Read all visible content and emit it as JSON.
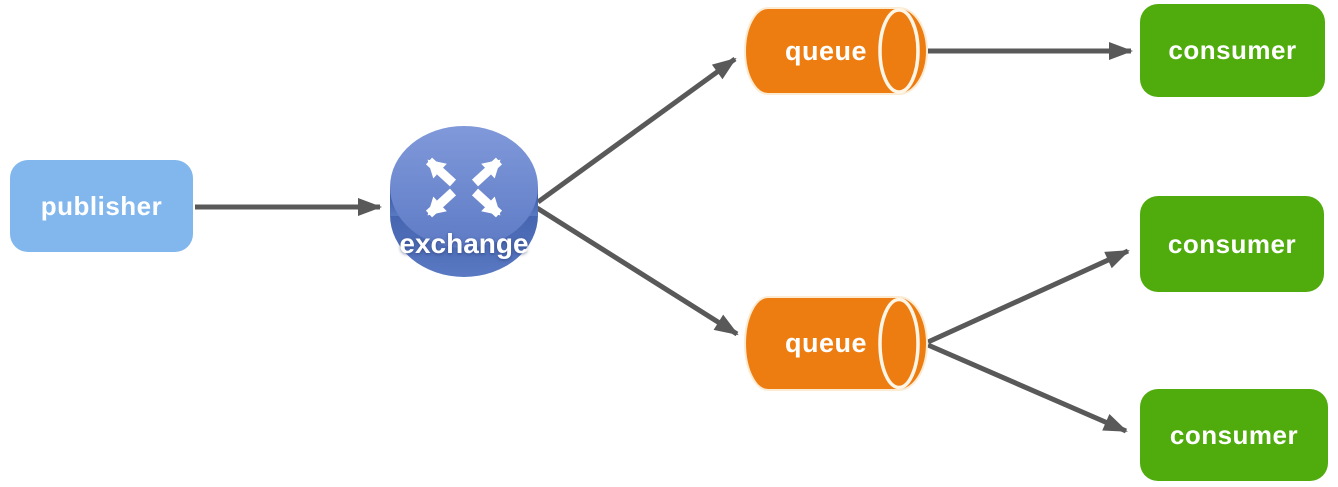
{
  "diagram": {
    "type": "message-flow",
    "background": "#FFFFFF",
    "edge_color": "#595959",
    "nodes": {
      "publisher": {
        "label": "publisher",
        "shape": "rounded-rectangle",
        "color": "#82B7EE"
      },
      "exchange": {
        "label": "exchange",
        "shape": "router-cylinder",
        "icon": "crossed-arrows-icon",
        "top_color": "#6E88CC",
        "side_color": "#3F5CA8"
      },
      "queue_top": {
        "label": "queue",
        "shape": "horizontal-cylinder",
        "color": "#EE7D11"
      },
      "queue_bottom": {
        "label": "queue",
        "shape": "horizontal-cylinder",
        "color": "#EE7D11"
      },
      "consumer_top": {
        "label": "consumer",
        "shape": "rounded-rectangle",
        "color": "#4FAC0C"
      },
      "consumer_middle": {
        "label": "consumer",
        "shape": "rounded-rectangle",
        "color": "#4FAC0C"
      },
      "consumer_bottom": {
        "label": "consumer",
        "shape": "rounded-rectangle",
        "color": "#4FAC0C"
      }
    },
    "edges": [
      {
        "from": "publisher",
        "to": "exchange"
      },
      {
        "from": "exchange",
        "to": "queue_top"
      },
      {
        "from": "exchange",
        "to": "queue_bottom"
      },
      {
        "from": "queue_top",
        "to": "consumer_top"
      },
      {
        "from": "queue_bottom",
        "to": "consumer_middle"
      },
      {
        "from": "queue_bottom",
        "to": "consumer_bottom"
      }
    ]
  }
}
